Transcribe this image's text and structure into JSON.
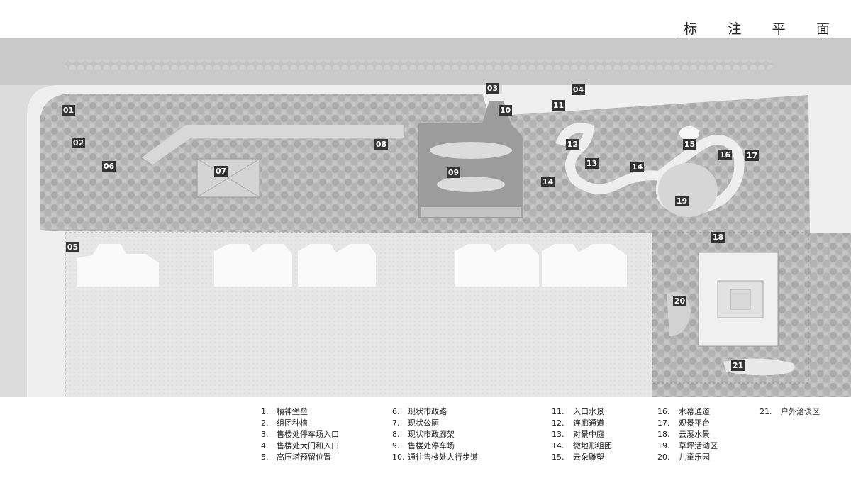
{
  "title_chars": [
    "标",
    "注",
    "平",
    "面"
  ],
  "markers": [
    {
      "label": "01"
    },
    {
      "label": "02"
    },
    {
      "label": "03"
    },
    {
      "label": "04"
    },
    {
      "label": "05"
    },
    {
      "label": "06"
    },
    {
      "label": "07"
    },
    {
      "label": "08"
    },
    {
      "label": "09"
    },
    {
      "label": "10"
    },
    {
      "label": "11"
    },
    {
      "label": "12"
    },
    {
      "label": "13"
    },
    {
      "label": "14"
    },
    {
      "label": "14"
    },
    {
      "label": "15"
    },
    {
      "label": "16"
    },
    {
      "label": "17"
    },
    {
      "label": "18"
    },
    {
      "label": "19"
    },
    {
      "label": "20"
    },
    {
      "label": "21"
    }
  ],
  "legend": [
    [
      {
        "num": "1.",
        "text": "精神堡垒"
      },
      {
        "num": "2.",
        "text": "组团种植"
      },
      {
        "num": "3.",
        "text": "售楼处停车场入口"
      },
      {
        "num": "4.",
        "text": "售楼处大门和入口"
      },
      {
        "num": "5.",
        "text": "高压塔预留位置"
      }
    ],
    [
      {
        "num": "6.",
        "text": "现状市政路"
      },
      {
        "num": "7.",
        "text": "现状公厕"
      },
      {
        "num": "8.",
        "text": "现状市政廊架"
      },
      {
        "num": "9.",
        "text": "售楼处停车场"
      },
      {
        "num": "10.",
        "text": "通往售楼处人行步道"
      }
    ],
    [
      {
        "num": "11.",
        "text": "入口水景"
      },
      {
        "num": "12.",
        "text": "连廊通道"
      },
      {
        "num": "13.",
        "text": "对景中庭"
      },
      {
        "num": "14.",
        "text": "微地形组团"
      },
      {
        "num": "15.",
        "text": "云朵雕塑"
      }
    ],
    [
      {
        "num": "16.",
        "text": "水幕通道"
      },
      {
        "num": "17.",
        "text": "观景平台"
      },
      {
        "num": "18.",
        "text": "云溪水景"
      },
      {
        "num": "19.",
        "text": "草坪活动区"
      },
      {
        "num": "20.",
        "text": "儿童乐园"
      }
    ],
    [
      {
        "num": "21.",
        "text": "户外洽谈区"
      }
    ]
  ]
}
